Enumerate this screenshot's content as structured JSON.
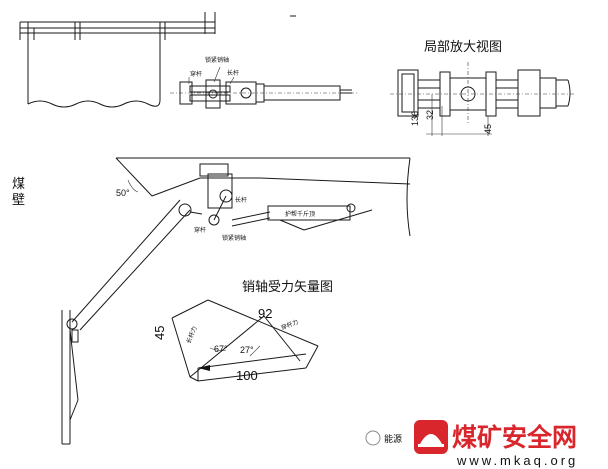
{
  "top_view": {
    "label_pin": "锁紧销轴",
    "label_long_rod": "长杆",
    "label_short_rod": "穿杆"
  },
  "detail_view": {
    "title": "局部放大视图",
    "dim_136": "136",
    "dim_32": "32",
    "dim_45": "45"
  },
  "side_view": {
    "label_coal_wall": "煤壁",
    "label_angle_50": "50°",
    "label_long_rod": "长杆",
    "label_pin": "锁紧销轴",
    "label_short_rod": "穿杆",
    "label_jack": "护帮千斤顶"
  },
  "vector_diagram": {
    "title": "销轴受力矢量图",
    "side_92": "92",
    "side_45": "45",
    "side_100": "100",
    "force_long": "长杆力",
    "force_short": "穿杆力",
    "angle_67": "67°",
    "angle_27": "27°"
  },
  "watermark": {
    "left_text": "能源",
    "brand": "煤矿安全网",
    "url": "www.mkaq.org"
  },
  "colors": {
    "brand_red": "#d8262c",
    "line": "#1a1a1a"
  }
}
